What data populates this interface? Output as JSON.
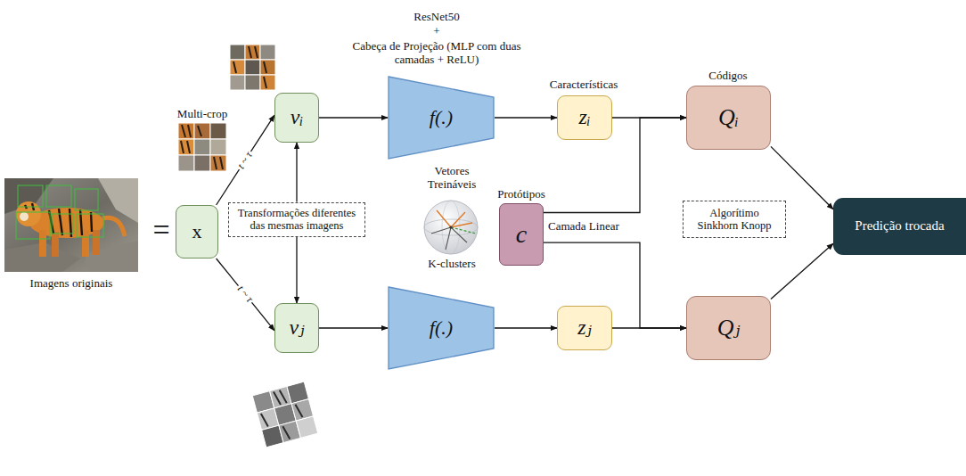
{
  "diagram": {
    "nodes": [
      {
        "text": [
          "x"
        ]
      },
      {
        "text": [
          "vᵢ"
        ]
      },
      {
        "text": [
          "Transformações diferentes das mesmas imagens"
        ]
      },
      {
        "text": [
          "vⱼ"
        ]
      },
      {
        "text": [
          "f(.)"
        ]
      },
      {
        "text": [
          "f(.)"
        ]
      },
      {
        "text": [
          "zᵢ"
        ]
      },
      {
        "text": [
          "zⱼ"
        ]
      },
      {
        "text": [
          "Protótipos",
          "c"
        ]
      },
      {
        "text": [
          "Qᵢ"
        ]
      },
      {
        "text": [
          "Qⱼ"
        ]
      },
      {
        "text": [
          "Algorítimo Sinkhorn Knopp"
        ]
      },
      {
        "text": [
          "Predição trocada"
        ]
      }
    ],
    "edges": [
      {
        "from": 0,
        "to": 1,
        "arrow": "to",
        "label": "t ~ τ"
      },
      {
        "from": 0,
        "to": 3,
        "arrow": "to",
        "label": "t ~ τ"
      },
      {
        "from": 2,
        "to": 1,
        "arrow": "to"
      },
      {
        "from": 2,
        "to": 3,
        "arrow": "to"
      },
      {
        "from": 1,
        "to": 4,
        "arrow": "to"
      },
      {
        "from": 4,
        "to": 6,
        "arrow": "to"
      },
      {
        "from": 6,
        "to": 9,
        "arrow": "to"
      },
      {
        "from": 3,
        "to": 5,
        "arrow": "to"
      },
      {
        "from": 5,
        "to": 7,
        "arrow": "to"
      },
      {
        "from": 7,
        "to": 10,
        "arrow": "to"
      },
      {
        "from": 8,
        "to": 9,
        "arrow": "to"
      },
      {
        "from": 8,
        "to": 10,
        "arrow": "to"
      },
      {
        "from": 9,
        "to": 12,
        "arrow": "to"
      },
      {
        "from": 10,
        "to": 12,
        "arrow": "to"
      }
    ],
    "labels": [
      "Imagens originais",
      "=",
      "Multi-crop",
      "ResNet50",
      "+",
      "Cabeça de Projeção (MLP com duas camadas + ReLU)",
      "Características",
      "Códigos",
      "Vetores Treináveis",
      "K-clusters",
      "Camada Linear"
    ]
  }
}
